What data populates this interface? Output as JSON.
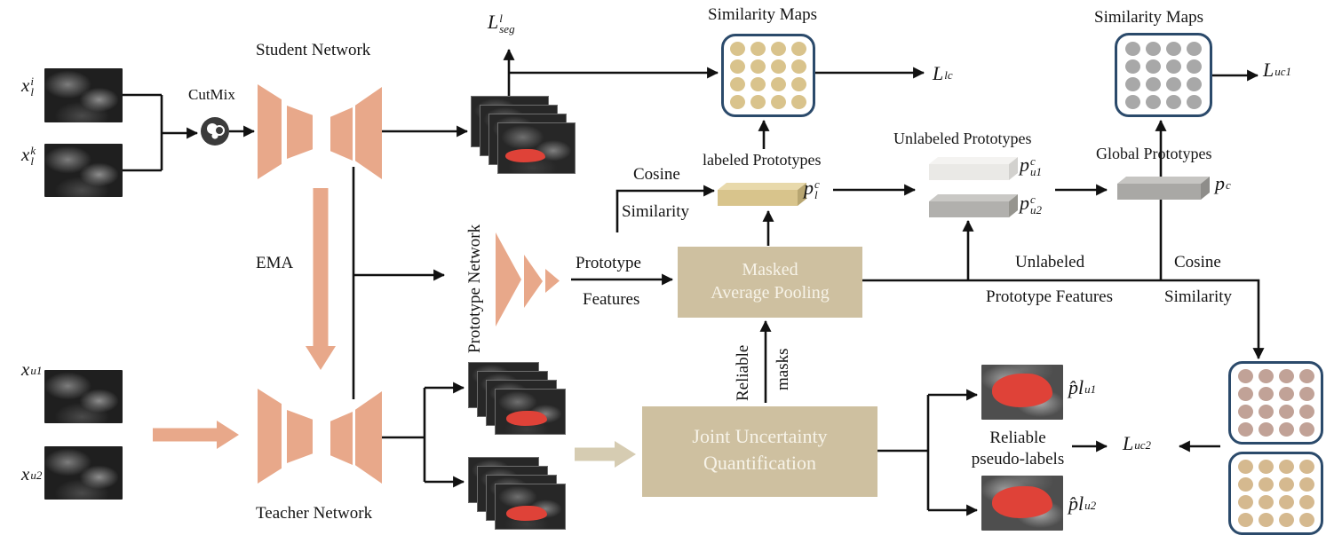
{
  "titles": {
    "student_network": "Student Network",
    "teacher_network": "Teacher Network",
    "prototype_network": "Prototype Network",
    "similarity_maps_left": "Similarity Maps",
    "similarity_maps_right": "Similarity Maps",
    "labeled_prototypes": "labeled Prototypes",
    "unlabeled_prototypes": "Unlabeled Prototypes",
    "global_prototypes": "Global Prototypes",
    "cutmix": "CutMix",
    "ema": "EMA"
  },
  "formulas": {
    "x_li": {
      "base": "x",
      "sup": "i",
      "sub": "l"
    },
    "x_lk": {
      "base": "x",
      "sup": "k",
      "sub": "l"
    },
    "x_u1": {
      "base": "x",
      "sup": "",
      "sub": "u1"
    },
    "x_u2": {
      "base": "x",
      "sup": "",
      "sub": "u2"
    },
    "l_seg": {
      "base": "L",
      "sup": "l",
      "sub": "seg"
    },
    "l_lc": {
      "base": "L",
      "sup": "",
      "sub": "lc"
    },
    "l_uc1": {
      "base": "L",
      "sup": "",
      "sub": "uc1"
    },
    "l_uc2": {
      "base": "L",
      "sup": "",
      "sub": "uc2"
    },
    "p_l": {
      "base": "p",
      "sup": "c",
      "sub": "l"
    },
    "p_u1": {
      "base": "p",
      "sup": "c",
      "sub": "u1"
    },
    "p_u2": {
      "base": "p",
      "sup": "c",
      "sub": "u2"
    },
    "p_c": {
      "base": "p",
      "sup": "c",
      "sub": ""
    },
    "pl_u1": {
      "base": "p̂l",
      "sup": "",
      "sub": "u1"
    },
    "pl_u2": {
      "base": "p̂l",
      "sup": "",
      "sub": "u2"
    }
  },
  "edge_labels": {
    "cosine_top": {
      "line1": "Cosine",
      "line2": "Similarity"
    },
    "proto_feat": {
      "line1": "Prototype",
      "line2": "Features"
    },
    "unl_proto_feat": {
      "line1": "Unlabeled",
      "line2": "Prototype Features"
    },
    "cosine_right": {
      "line1": "Cosine",
      "line2": "Similarity"
    },
    "reliable_masks": {
      "line1": "Reliable",
      "line2": "masks"
    },
    "reliable_pseudo": {
      "line1": "Reliable",
      "line2": "pseudo-labels"
    }
  },
  "boxes": {
    "masked_average_pooling": {
      "line1": "Masked",
      "line2": "Average Pooling"
    },
    "joint_uncertainty": {
      "line1": "Joint Uncertainty",
      "line2": "Quantification"
    }
  },
  "grids": {
    "labeled": {
      "rows": 4,
      "cols": 4,
      "dot_color": "#d9c38c"
    },
    "global": {
      "rows": 4,
      "cols": 4,
      "dot_color": "#a8a8a8"
    },
    "unlabeled1": {
      "rows": 4,
      "cols": 4,
      "dot_color": "#c1a297"
    },
    "unlabeled2": {
      "rows": 4,
      "cols": 4,
      "dot_color": "#d5b98f"
    }
  },
  "bars": {
    "labeled": {
      "front": "#d8c48c",
      "top": "#e8d9ab",
      "side": "#b8a671"
    },
    "u1": {
      "front": "#eae9e6",
      "top": "#f4f3f1",
      "side": "#d2d1ce"
    },
    "u2": {
      "front": "#b1b0ad",
      "top": "#c9c8c5",
      "side": "#96958f"
    },
    "global": {
      "front": "#a9a8a5",
      "top": "#c6c5c2",
      "side": "#8e8d8a"
    }
  },
  "colors": {
    "network_salmon": "#e8a88a",
    "tan_box": "#cec0a0",
    "tan_arrow": "#d6ccb2",
    "map_border_navy": "#2b4a6b",
    "segmentation_red": "#df4238",
    "line_black": "#111111"
  },
  "icons": {
    "cutmix_icon": "cutmix-mixing-circles"
  }
}
